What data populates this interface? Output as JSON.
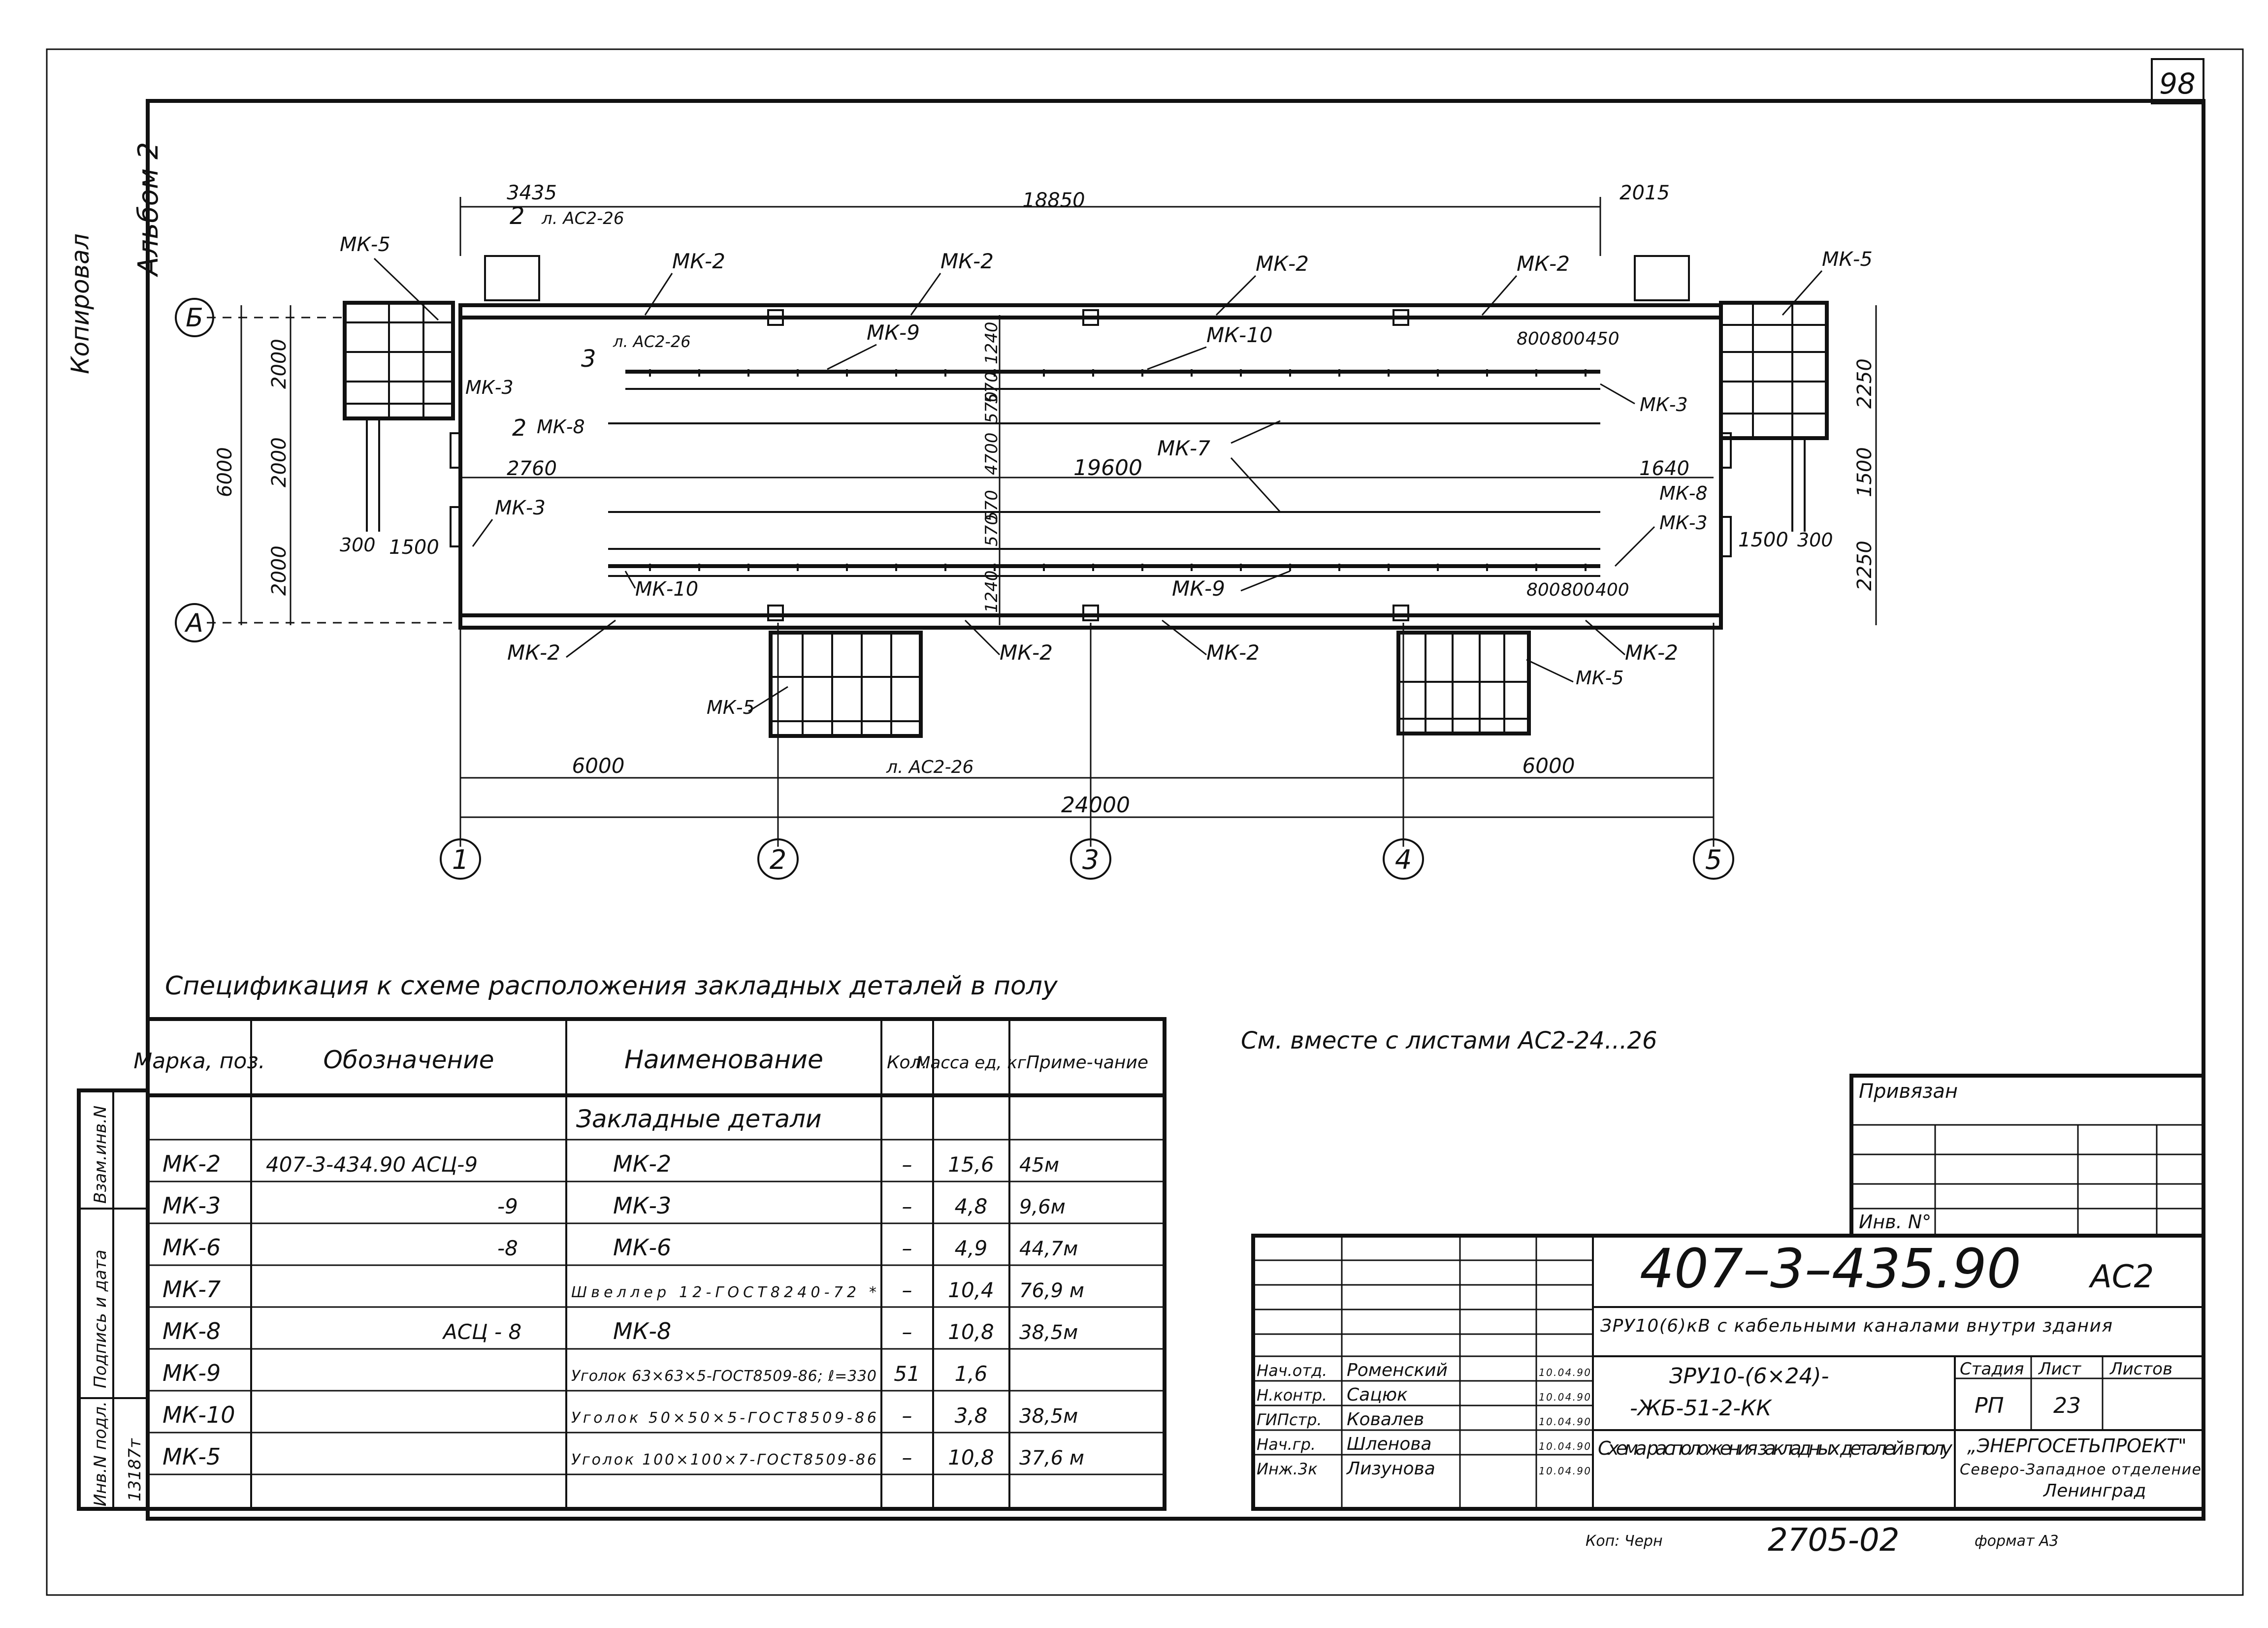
{
  "sheet": {
    "page_number": "98",
    "album": "Альбом 2",
    "copied": "Копировал",
    "note": "См. вместе с листами АС2-24...26",
    "footer_copied": "Коп: Черн",
    "footer_order": "2705-02",
    "footer_format": "формат А3"
  },
  "plan": {
    "axes_rows": [
      "Б",
      "А"
    ],
    "axes_columns": [
      "1",
      "2",
      "3",
      "4",
      "5"
    ],
    "dims": {
      "top_left": "3435",
      "top_total": "18850",
      "top_right": "2015",
      "left_total": "6000",
      "left_1": "2000",
      "left_2": "2000",
      "left_3": "2000",
      "right_1": "2250",
      "right_2": "1500",
      "right_3": "2250",
      "bottom_left": "6000",
      "bottom_right": "6000",
      "bottom_total": "24000",
      "channel_len": "19600",
      "ch_left": "2760",
      "ch_right": "1640",
      "ch_width_top": "1240",
      "ch_570a": "570",
      "ch_570b": "570",
      "ch_4700": "4700",
      "ch_570c": "570",
      "ch_570d": "570",
      "ch_width_bottom": "1240",
      "pitch_top_1": "800",
      "pitch_top_2": "800",
      "pitch_top_3": "450",
      "pitch_bot_1": "800",
      "pitch_bot_2": "800",
      "pitch_bot_3": "400",
      "left_300": "300",
      "left_1500": "1500",
      "right_1500": "1500",
      "right_300": "300"
    },
    "labels": {
      "mk2": "МК-2",
      "mk3": "МК-3",
      "mk5": "МК-5",
      "mk7": "МК-7",
      "mk8": "МК-8",
      "mk9": "МК-9",
      "mk10": "МК-10",
      "sec2": "2",
      "sec3": "3",
      "sheet_ref_top": "л. АС2-26",
      "sheet_ref_mid": "л. АС2-26",
      "sheet_ref_bottom": "л. АС2-26"
    }
  },
  "spec": {
    "title": "Спецификация к схеме расположения закладных деталей в полу",
    "headers": [
      "Марка, поз.",
      "Обозначение",
      "Наименование",
      "Кол.",
      "Масса ед, кг",
      "Приме-чание"
    ],
    "group": "Закладные детали",
    "rows": [
      {
        "mark": "МК-2",
        "code": "407-3-434.90  АСЦ-9",
        "name": "МК-2",
        "qty": "–",
        "mass": "15,6",
        "note": "45м"
      },
      {
        "mark": "МК-3",
        "code": "-9",
        "name": "МК-3",
        "qty": "–",
        "mass": "4,8",
        "note": "9,6м"
      },
      {
        "mark": "МК-6",
        "code": "-8",
        "name": "МК-6",
        "qty": "–",
        "mass": "4,9",
        "note": "44,7м"
      },
      {
        "mark": "МК-7",
        "code": "",
        "name": "Швеллер 12-ГОСТ8240-72 *",
        "qty": "–",
        "mass": "10,4",
        "note": "76,9 м"
      },
      {
        "mark": "МК-8",
        "code": "АСЦ - 8",
        "name": "МК-8",
        "qty": "–",
        "mass": "10,8",
        "note": "38,5м"
      },
      {
        "mark": "МК-9",
        "code": "",
        "name": "Уголок 63×63×5-ГОСТ8509-86; ℓ=330",
        "qty": "51",
        "mass": "1,6",
        "note": ""
      },
      {
        "mark": "МК-10",
        "code": "",
        "name": "Уголок 50×50×5-ГОСТ8509-86",
        "qty": "–",
        "mass": "3,8",
        "note": "38,5м"
      },
      {
        "mark": "МК-5",
        "code": "",
        "name": "Уголок 100×100×7-ГОСТ8509-86",
        "qty": "–",
        "mass": "10,8",
        "note": "37,6 м"
      }
    ]
  },
  "side_stamp": {
    "inv_orig": "Инв.N подл.",
    "sign_date": "Подпись и дата",
    "replace_inv": "Взам.инв.N",
    "inv_value": "13187т"
  },
  "stamp": {
    "bound": "Привязан",
    "inv": "Инв. N°",
    "code": "407–3–435.90",
    "sheet_code": "АС2",
    "object_title": "ЗРУ10(6)кВ с кабельными каналами внутри здания",
    "building": "ЗРУ10-(6×24)-",
    "building2": "-ЖБ-51-2-КК",
    "stage_h": "Стадия",
    "sheet_h": "Лист",
    "sheets_h": "Листов",
    "stage": "РП",
    "sheet_no": "23",
    "drawing_title": "Схема расположения закладных деталей в полу",
    "org1": "„ЭНЕРГОСЕТЬПРОЕКТ\"",
    "org2": "Северо-Западное отделение",
    "org3": "Ленинград",
    "people": [
      {
        "role": "Нач.отд.",
        "name": "Роменский",
        "date": "10.04.90"
      },
      {
        "role": "Н.контр.",
        "name": "Сацюк",
        "date": "10.04.90"
      },
      {
        "role": "ГИПстр.",
        "name": "Ковалев",
        "date": "10.04.90"
      },
      {
        "role": "Нач.гр.",
        "name": "Шленова",
        "date": "10.04.90"
      },
      {
        "role": "Инж.3к",
        "name": "Лизунова",
        "date": "10.04.90"
      }
    ]
  }
}
